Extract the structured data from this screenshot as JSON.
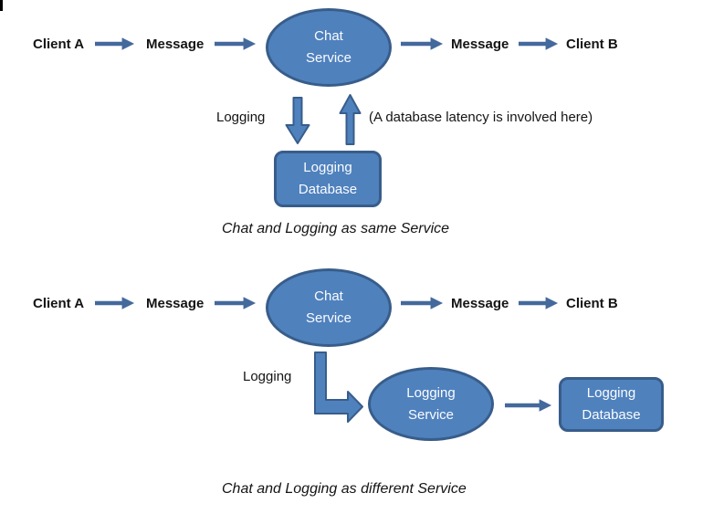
{
  "colors": {
    "shape_fill": "#4f81bd",
    "shape_border": "#385d8a",
    "arrow": "#44699c",
    "node_text": "#fafcff",
    "label_text": "#141414"
  },
  "diagram1": {
    "client_a": "Client A",
    "message_in": "Message",
    "chat_service": "Chat Service",
    "message_out": "Message",
    "client_b": "Client B",
    "logging_label": "Logging",
    "latency_note": "(A database latency is involved here)",
    "logging_database": "Logging Database",
    "caption": "Chat and Logging as same Service"
  },
  "diagram2": {
    "client_a": "Client A",
    "message_in": "Message",
    "chat_service": "Chat Service",
    "message_out": "Message",
    "client_b": "Client B",
    "logging_label": "Logging",
    "logging_service": "Logging Service",
    "logging_database": "Logging Database",
    "caption": "Chat and Logging as different Service"
  }
}
